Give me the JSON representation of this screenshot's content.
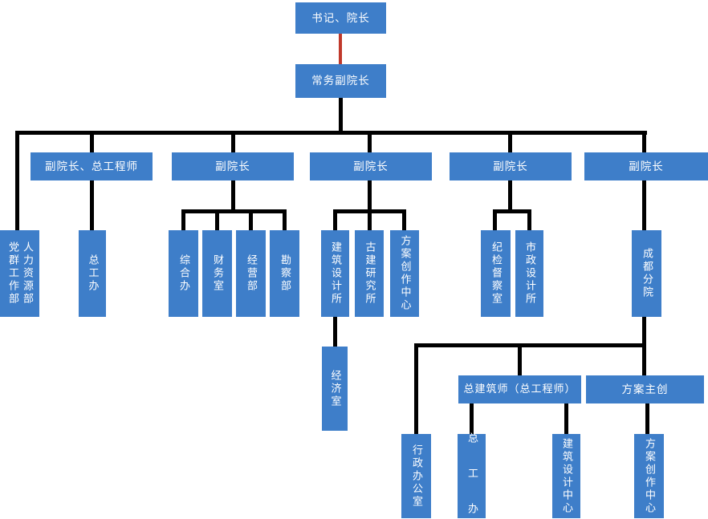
{
  "diagram": {
    "type": "org-chart",
    "colors": {
      "node_fill": "#3E7EC9",
      "node_text": "#FFFFFF",
      "connector": "#000000",
      "highlight_connector": "#C0392B",
      "background": "#FFFFFF"
    },
    "nodes": {
      "secretary_dean": "书记、院长",
      "executive_vice_dean": "常务副院长",
      "vice_dean_chief_engineer": "副院长、总工程师",
      "vice_dean_2": "副院长",
      "vice_dean_3": "副院长",
      "vice_dean_4": "副院长",
      "vice_dean_5": "副院长",
      "party_mass_work_dept": "党群工作部",
      "hr_dept": "人力资源部",
      "chief_engineer_office": "总工办",
      "general_affairs_office": "综合办",
      "finance_office": "财务室",
      "business_dept": "经营部",
      "survey_dept": "勘察部",
      "architectural_design_institute": "建筑设计所",
      "ancient_architecture_institute": "古建研究所",
      "scheme_creation_center": "方案创作中心",
      "economy_office": "经济室",
      "discipline_inspection_office": "纪检督察室",
      "municipal_design_institute": "市政设计所",
      "chengdu_branch": "成都分院",
      "chief_architect": "总建筑师（总工程师）",
      "scheme_lead": "方案主创",
      "admin_office": "行政办公室",
      "branch_chief_engineer_office": "总 工 办",
      "architectural_design_center": "建筑设计中心",
      "branch_scheme_creation_center": "方案创作中心"
    }
  }
}
